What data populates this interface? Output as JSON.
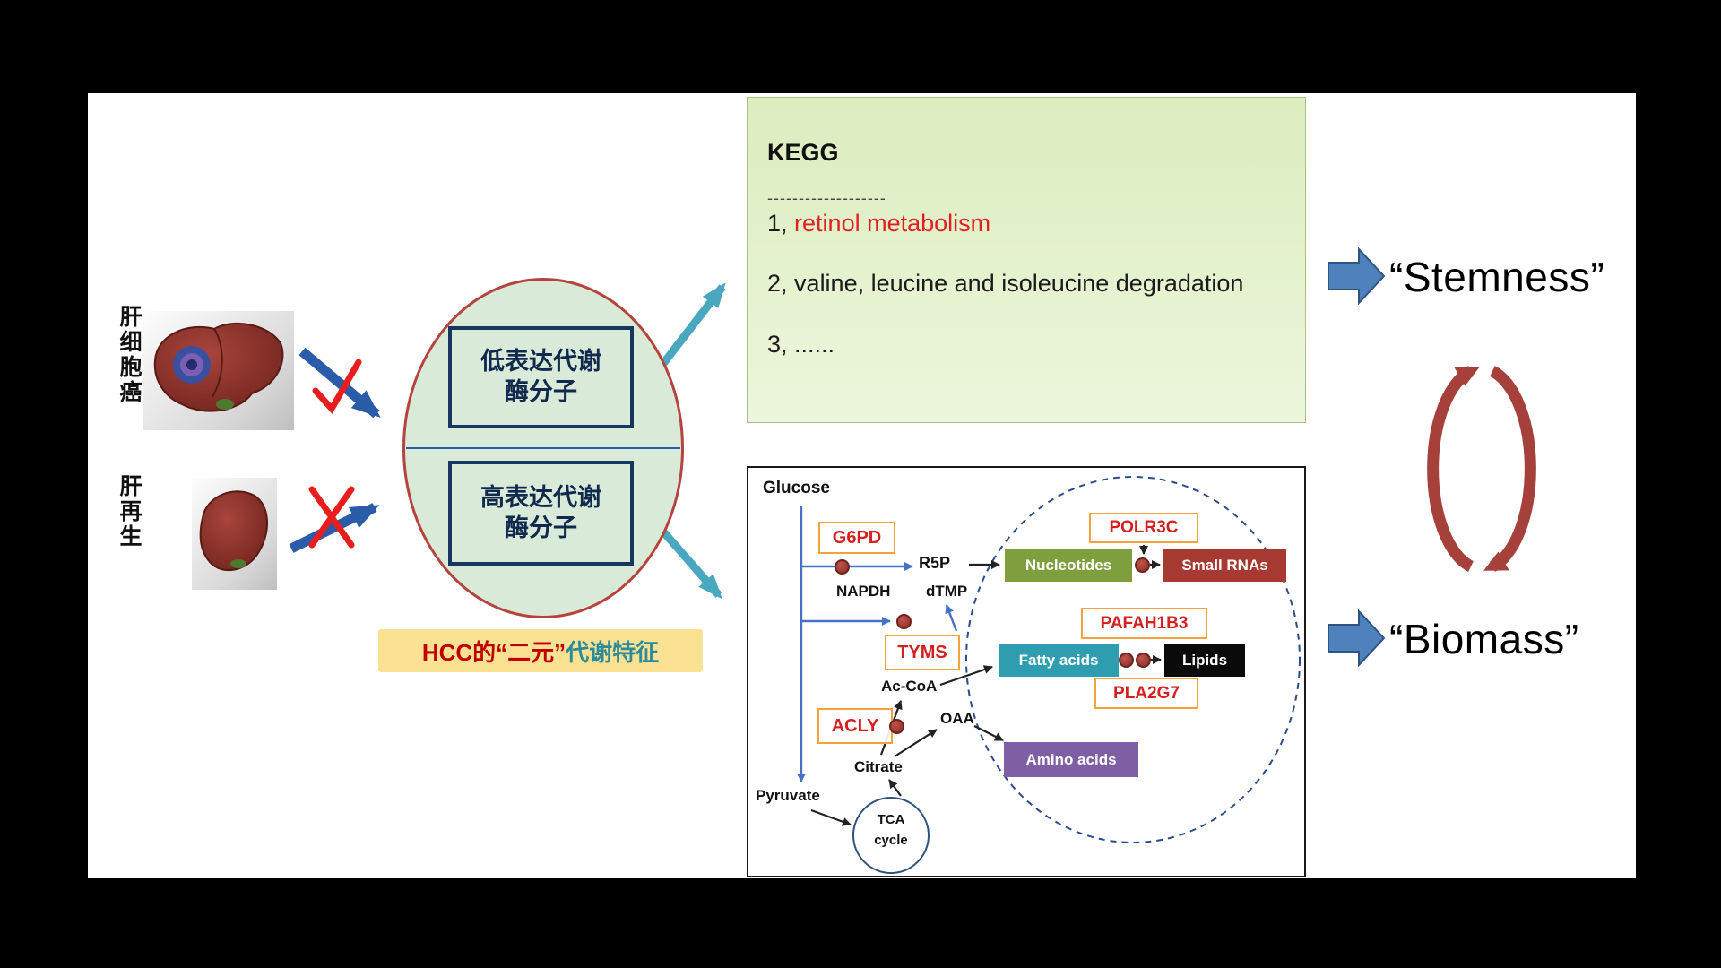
{
  "colors": {
    "accent_brick": "#b5443c",
    "ellipse_fill": "#d9ead8",
    "kegg_bg": "#e4f1cc",
    "teal_arrow": "#4aa7c0",
    "blue_arrow": "#2a5caa",
    "gene_text": "#d42020",
    "gene_border": "#f2a33c",
    "nucleotides_bg": "#7f9f3f",
    "small_rnas_bg": "#a63a32",
    "fatty_bg": "#2e9db0",
    "amino_bg": "#7e5fa4"
  },
  "left_panel": {
    "hcc_label": "肝细胞癌",
    "regen_label": "肝再生"
  },
  "ellipse": {
    "low_box": {
      "line1": "低表达代谢",
      "line2": "酶分子"
    },
    "high_box": {
      "line1": "高表达代谢",
      "line2": "酶分子"
    },
    "banner": {
      "part1": "HCC的“二元”",
      "part2": "代谢特征"
    }
  },
  "kegg": {
    "title": "KEGG",
    "divider": "-------------------",
    "items": [
      {
        "num": "1,",
        "text": "retinol metabolism"
      },
      {
        "num": "2,",
        "text": "valine, leucine and isoleucine degradation"
      },
      {
        "num": "3,",
        "text": "......"
      }
    ]
  },
  "pathway": {
    "glucose": "Glucose",
    "g6pd": "G6PD",
    "r5p": "R5P",
    "napdh": "NAPDH",
    "dtmp": "dTMP",
    "polr3c": "POLR3C",
    "nucleotides": "Nucleotides",
    "small_rnas": "Small RNAs",
    "tyms": "TYMS",
    "pafah1b3": "PAFAH1B3",
    "fatty_acids": "Fatty acids",
    "lipids": "Lipids",
    "pla2g7": "PLA2G7",
    "ac_coa": "Ac-CoA",
    "acly": "ACLY",
    "oaa": "OAA",
    "citrate": "Citrate",
    "amino_acids": "Amino acids",
    "pyruvate": "Pyruvate",
    "tca_line1": "TCA",
    "tca_line2": "cycle"
  },
  "right_panel": {
    "stemness": "“Stemness”",
    "biomass": "“Biomass”"
  }
}
